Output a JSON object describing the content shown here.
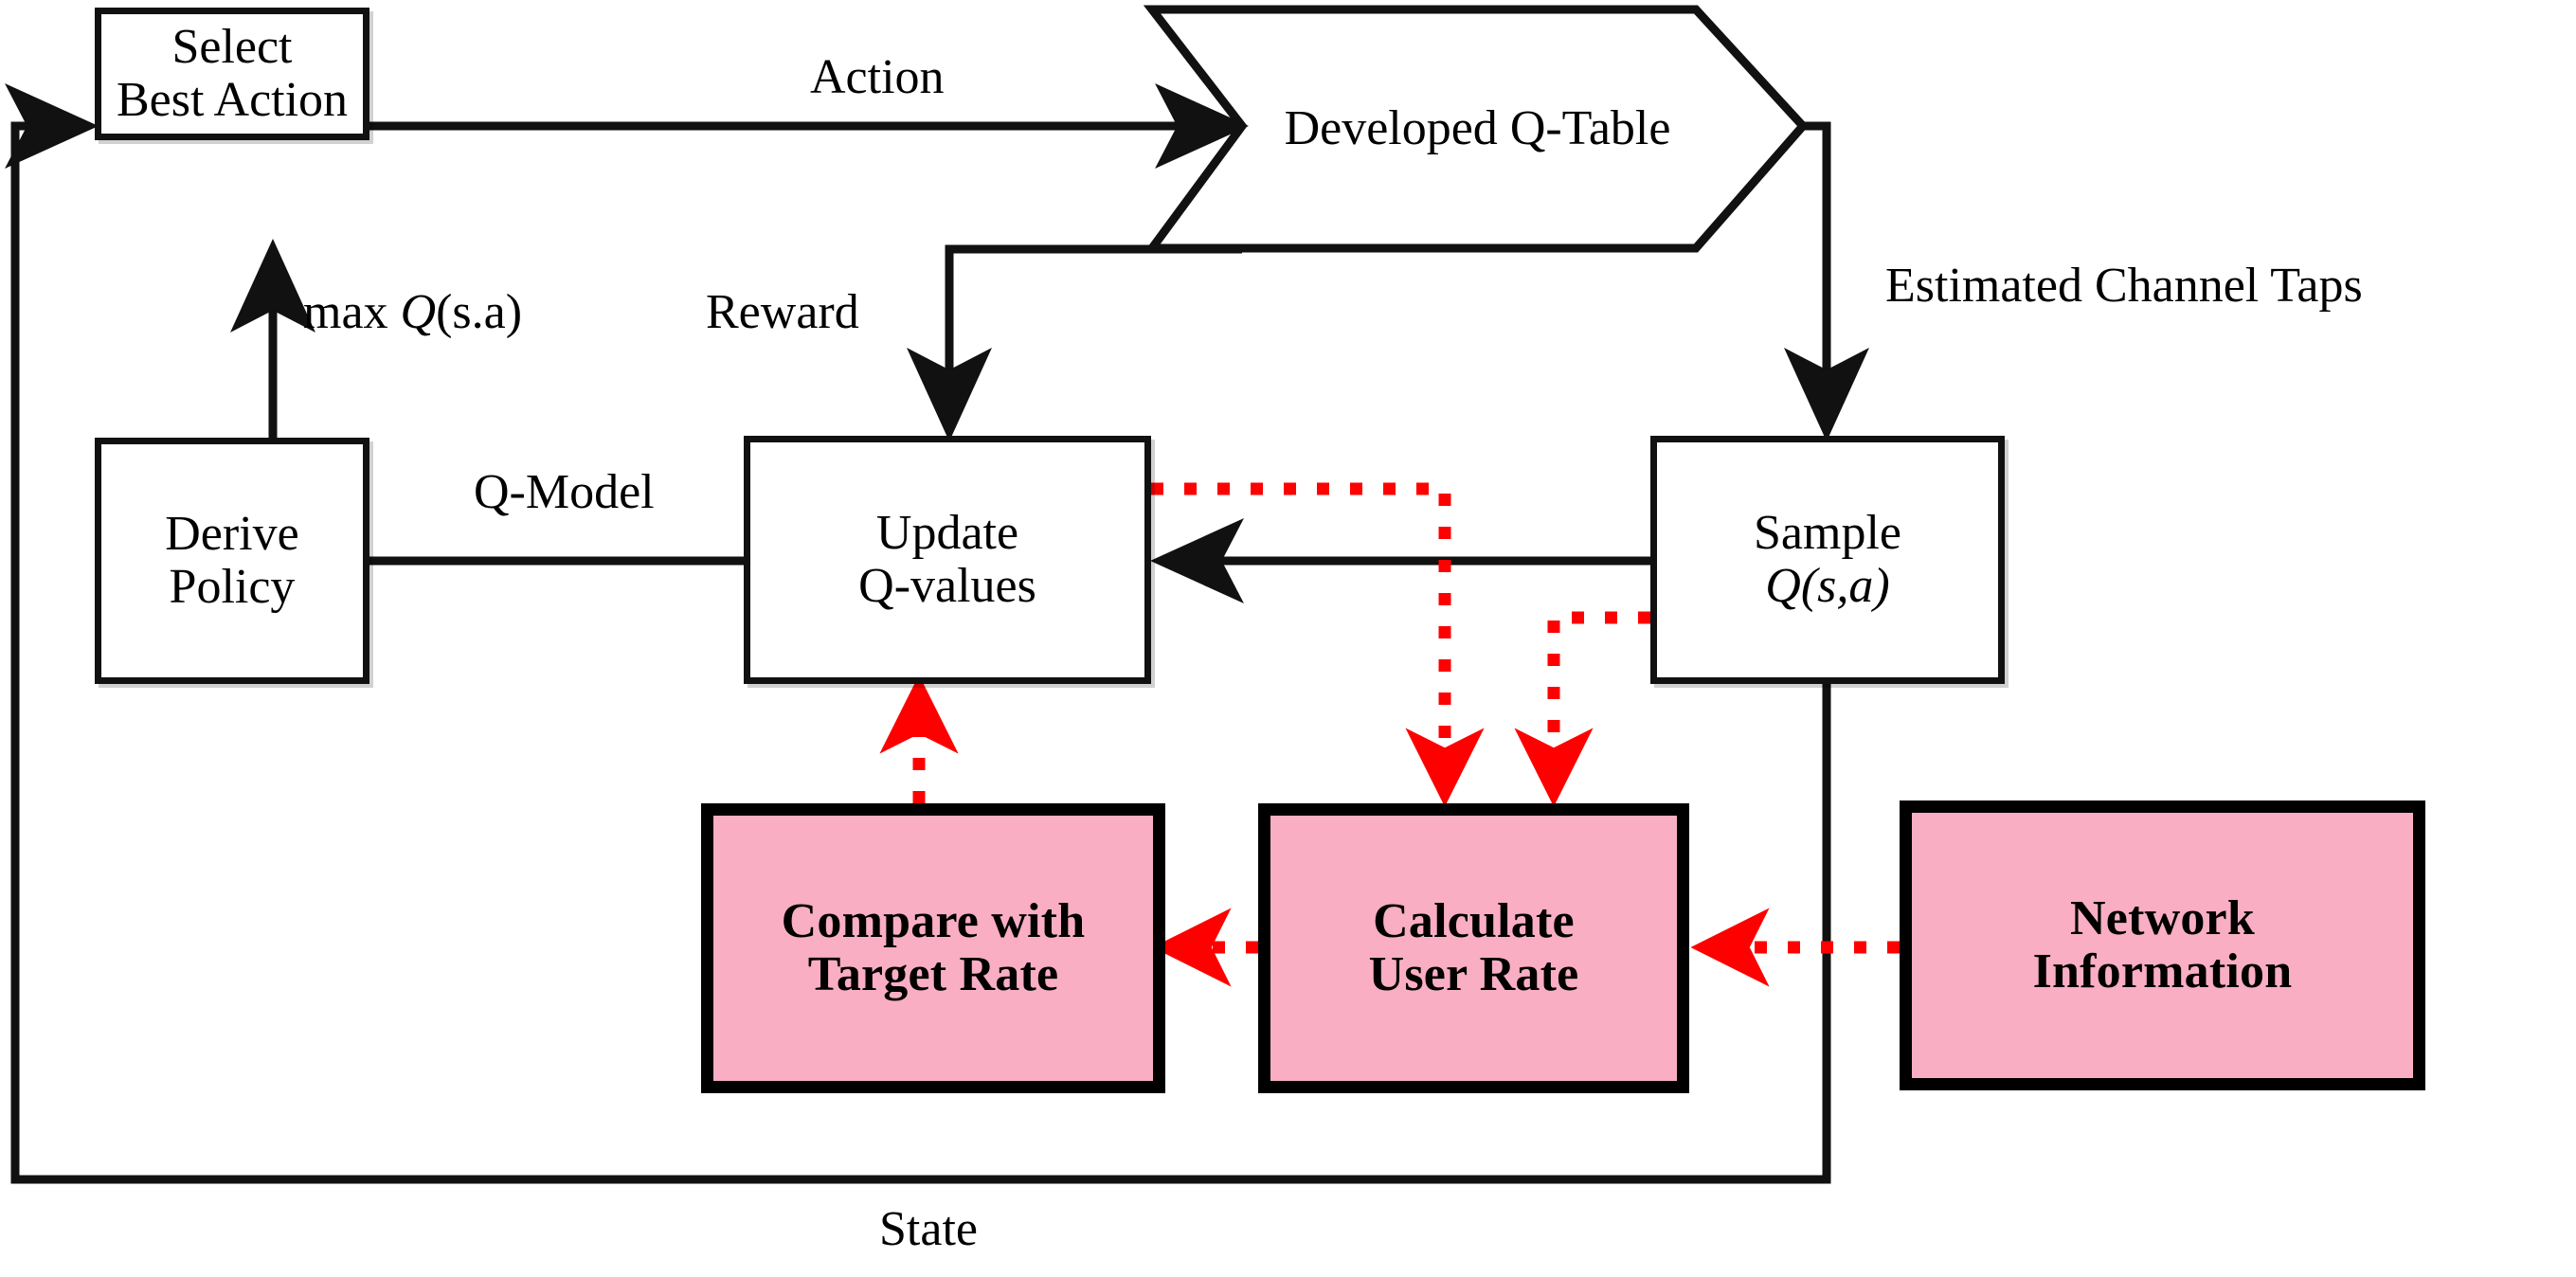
{
  "diagram": {
    "title": "Q-Learning Flow Diagram",
    "colors": {
      "pink_fill": "#F9AEC3",
      "node_border": "#111111",
      "pink_border": "#000000",
      "solid_arrow": "#000000",
      "dotted_arrow": "#FF0000"
    },
    "nodes": [
      {
        "id": "select-best-action",
        "shape": "rect",
        "line1": "Select",
        "line2": "Best Action"
      },
      {
        "id": "developed-q-table",
        "shape": "hexagon",
        "line1": "Developed",
        "line2": "Q-Table"
      },
      {
        "id": "derive-policy",
        "shape": "rect",
        "line1": "Derive",
        "line2": "Policy"
      },
      {
        "id": "update-q-values",
        "shape": "rect",
        "line1": "Update",
        "line2": "Q-values"
      },
      {
        "id": "sample-q-s-a",
        "shape": "rect",
        "line1": "Sample",
        "line2": "Q(s,a)"
      },
      {
        "id": "compare-target-rate",
        "shape": "rect",
        "line1": "Compare with",
        "line2": "Target Rate"
      },
      {
        "id": "calculate-user-rate",
        "shape": "rect",
        "line1": "Calculate",
        "line2": "User Rate"
      },
      {
        "id": "network-information",
        "shape": "rect",
        "line1": "Network",
        "line2": "Information"
      }
    ],
    "edge_labels": {
      "action": "Action",
      "estimated_channel_taps": "Estimated Channel Taps",
      "reward": "Reward",
      "max_q": "max Q(s.a)",
      "max_q_prefix": "max ",
      "max_q_italic": "Q",
      "max_q_suffix": "(s.a)",
      "q_model": "Q-Model",
      "state": "State"
    },
    "edges": [
      {
        "from": "select-best-action",
        "to": "developed-q-table",
        "label": "Action",
        "style": "solid"
      },
      {
        "from": "developed-q-table",
        "to": "update-q-values",
        "label": "Reward",
        "style": "solid"
      },
      {
        "from": "developed-q-table",
        "to": "sample-q-s-a",
        "label": "Estimated Channel Taps",
        "style": "solid"
      },
      {
        "from": "sample-q-s-a",
        "to": "update-q-values",
        "label": "",
        "style": "solid"
      },
      {
        "from": "update-q-values",
        "to": "derive-policy",
        "label": "Q-Model",
        "style": "solid"
      },
      {
        "from": "derive-policy",
        "to": "select-best-action",
        "label": "max Q(s.a)",
        "style": "solid"
      },
      {
        "from": "sample-q-s-a",
        "to": "select-best-action",
        "label": "State",
        "style": "solid"
      },
      {
        "from": "update-q-values",
        "to": "calculate-user-rate",
        "label": "",
        "style": "dotted"
      },
      {
        "from": "sample-q-s-a",
        "to": "calculate-user-rate",
        "label": "",
        "style": "dotted"
      },
      {
        "from": "network-information",
        "to": "calculate-user-rate",
        "label": "",
        "style": "dotted"
      },
      {
        "from": "calculate-user-rate",
        "to": "compare-target-rate",
        "label": "",
        "style": "dotted"
      },
      {
        "from": "compare-target-rate",
        "to": "update-q-values",
        "label": "",
        "style": "dotted"
      }
    ]
  }
}
